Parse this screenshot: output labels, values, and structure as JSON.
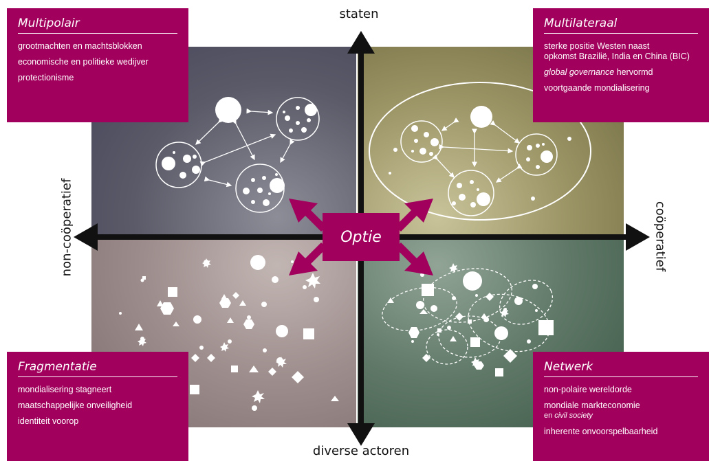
{
  "axes": {
    "top": "staten",
    "bottom": "diverse actoren",
    "left": "non-coöperatief",
    "right": "coöperatief"
  },
  "center": {
    "label": "Optie"
  },
  "quadrants": {
    "top_left": {
      "title": "Multipolair",
      "lines": [
        "grootmachten en machtsblokken",
        "economische en politieke wedijver",
        "protectionisme"
      ]
    },
    "top_right": {
      "title": "Multilateraal",
      "line1a": "sterke positie Westen naast",
      "line1b": "opkomst  Brazilië, India en China (BIC)",
      "line2_italic": "global governance",
      "line2_rest": " hervormd",
      "line3": "voortgaande mondialisering"
    },
    "bottom_left": {
      "title": "Fragmentatie",
      "lines": [
        "mondialisering stagneert",
        "maatschappelijke onveiligheid",
        "identiteit voorop"
      ]
    },
    "bottom_right": {
      "title": "Netwerk",
      "line1": "non-polaire wereldorde",
      "line2a": "mondiale markteconomie",
      "line2b_prefix": "en ",
      "line2b_italic": "civil society",
      "line3": "inherente onvoorspelbaarheid"
    }
  },
  "colors": {
    "accent": "#a1005c",
    "axis": "#111111"
  }
}
